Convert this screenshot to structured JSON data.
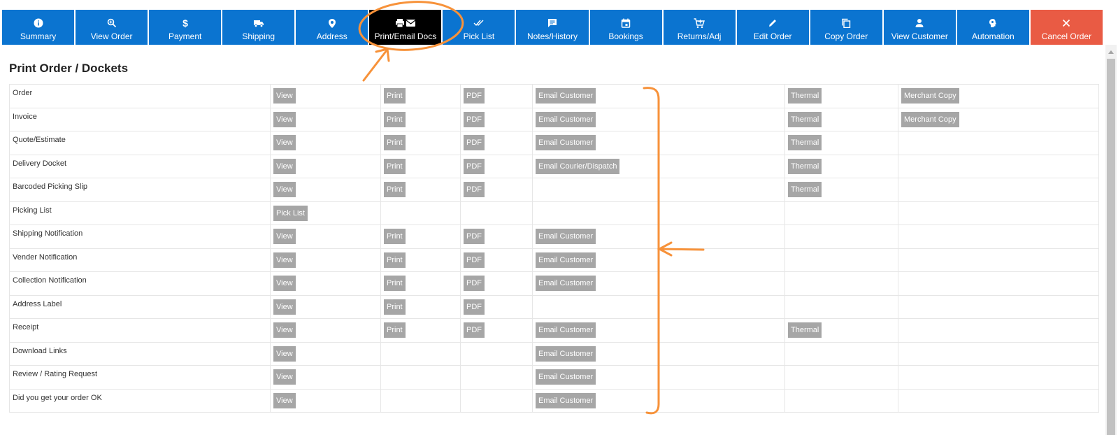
{
  "toolbar": {
    "items": [
      {
        "label": "Summary",
        "icon": "info-icon"
      },
      {
        "label": "View Order",
        "icon": "zoom-icon"
      },
      {
        "label": "Payment",
        "icon": "dollar-icon"
      },
      {
        "label": "Shipping",
        "icon": "truck-icon"
      },
      {
        "label": "Address",
        "icon": "location-icon"
      },
      {
        "label": "Print/Email Docs",
        "icon": "print-mail-icon"
      },
      {
        "label": "Pick List",
        "icon": "double-check-icon"
      },
      {
        "label": "Notes/History",
        "icon": "note-icon"
      },
      {
        "label": "Bookings",
        "icon": "calendar-icon"
      },
      {
        "label": "Returns/Adj",
        "icon": "cart-icon"
      },
      {
        "label": "Edit Order",
        "icon": "pencil-icon"
      },
      {
        "label": "Copy Order",
        "icon": "copy-icon"
      },
      {
        "label": "View Customer",
        "icon": "person-icon"
      },
      {
        "label": "Automation",
        "icon": "brain-icon"
      },
      {
        "label": "Cancel Order",
        "icon": "close-icon"
      }
    ],
    "active_item": "Print/Email Docs",
    "colors": {
      "primary": "#0b74d0",
      "active": "#000000",
      "danger": "#e95b44"
    }
  },
  "page": {
    "title": "Print Order / Dockets"
  },
  "buttons": {
    "view": "View",
    "print": "Print",
    "pdf": "PDF",
    "email_customer": "Email Customer",
    "email_courier": "Email Courier/Dispatch",
    "thermal": "Thermal",
    "merchant_copy": "Merchant Copy",
    "pick_list": "Pick List"
  },
  "rows": [
    {
      "label": "Order",
      "view": "view",
      "print": true,
      "pdf": true,
      "email": "email_customer",
      "thermal": true,
      "merchant": true
    },
    {
      "label": "Invoice",
      "view": "view",
      "print": true,
      "pdf": true,
      "email": "email_customer",
      "thermal": true,
      "merchant": true
    },
    {
      "label": "Quote/Estimate",
      "view": "view",
      "print": true,
      "pdf": true,
      "email": "email_customer",
      "thermal": true,
      "merchant": false
    },
    {
      "label": "Delivery Docket",
      "view": "view",
      "print": true,
      "pdf": true,
      "email": "email_courier",
      "thermal": true,
      "merchant": false
    },
    {
      "label": "Barcoded Picking Slip",
      "view": "view",
      "print": true,
      "pdf": true,
      "email": null,
      "thermal": true,
      "merchant": false
    },
    {
      "label": "Picking List",
      "view": "pick_list",
      "print": false,
      "pdf": false,
      "email": null,
      "thermal": false,
      "merchant": false
    },
    {
      "label": "Shipping Notification",
      "view": "view",
      "print": true,
      "pdf": true,
      "email": "email_customer",
      "thermal": false,
      "merchant": false
    },
    {
      "label": "Vender Notification",
      "view": "view",
      "print": true,
      "pdf": true,
      "email": "email_customer",
      "thermal": false,
      "merchant": false
    },
    {
      "label": "Collection Notification",
      "view": "view",
      "print": true,
      "pdf": true,
      "email": "email_customer",
      "thermal": false,
      "merchant": false
    },
    {
      "label": "Address Label",
      "view": "view",
      "print": true,
      "pdf": true,
      "email": null,
      "thermal": false,
      "merchant": false
    },
    {
      "label": "Receipt",
      "view": "view",
      "print": true,
      "pdf": true,
      "email": "email_customer",
      "thermal": true,
      "merchant": false
    },
    {
      "label": "Download Links",
      "view": "view",
      "print": false,
      "pdf": false,
      "email": "email_customer",
      "thermal": false,
      "merchant": false
    },
    {
      "label": "Review / Rating Request",
      "view": "view",
      "print": false,
      "pdf": false,
      "email": "email_customer",
      "thermal": false,
      "merchant": false
    },
    {
      "label": "Did you get your order OK",
      "view": "view",
      "print": false,
      "pdf": false,
      "email": "email_customer",
      "thermal": false,
      "merchant": false
    }
  ],
  "colors": {
    "button_gray": "#a6a6a6",
    "annotation": "#f7923a"
  }
}
